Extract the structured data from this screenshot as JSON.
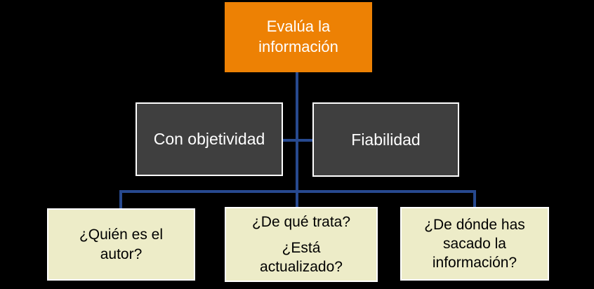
{
  "colors": {
    "background": "#000000",
    "root_fill": "#ED8104",
    "root_text": "#FFFFFF",
    "mid_fill": "#3F3F3F",
    "mid_border": "#FFFFFF",
    "mid_text": "#FFFFFF",
    "leaf_fill": "#EDECC8",
    "leaf_border": "#FFFFFF",
    "leaf_text": "#000000",
    "connector": "#27498F"
  },
  "diagram": {
    "type": "hierarchy",
    "nodes": {
      "root": {
        "label": "Evalúa la información"
      },
      "mid_left": {
        "label": "Con objetividad"
      },
      "mid_right": {
        "label": "Fiabilidad"
      },
      "leaf_left": {
        "label": "¿Quién es el autor?"
      },
      "leaf_center": {
        "lines": [
          "¿De qué trata?",
          "¿Está actualizado?"
        ]
      },
      "leaf_right": {
        "label": "¿De dónde has sacado la información?"
      }
    },
    "edges": [
      {
        "from": "root",
        "to": "mid_left"
      },
      {
        "from": "root",
        "to": "mid_right"
      },
      {
        "from": "root",
        "to": "leaf_left"
      },
      {
        "from": "root",
        "to": "leaf_center"
      },
      {
        "from": "root",
        "to": "leaf_right"
      }
    ]
  }
}
